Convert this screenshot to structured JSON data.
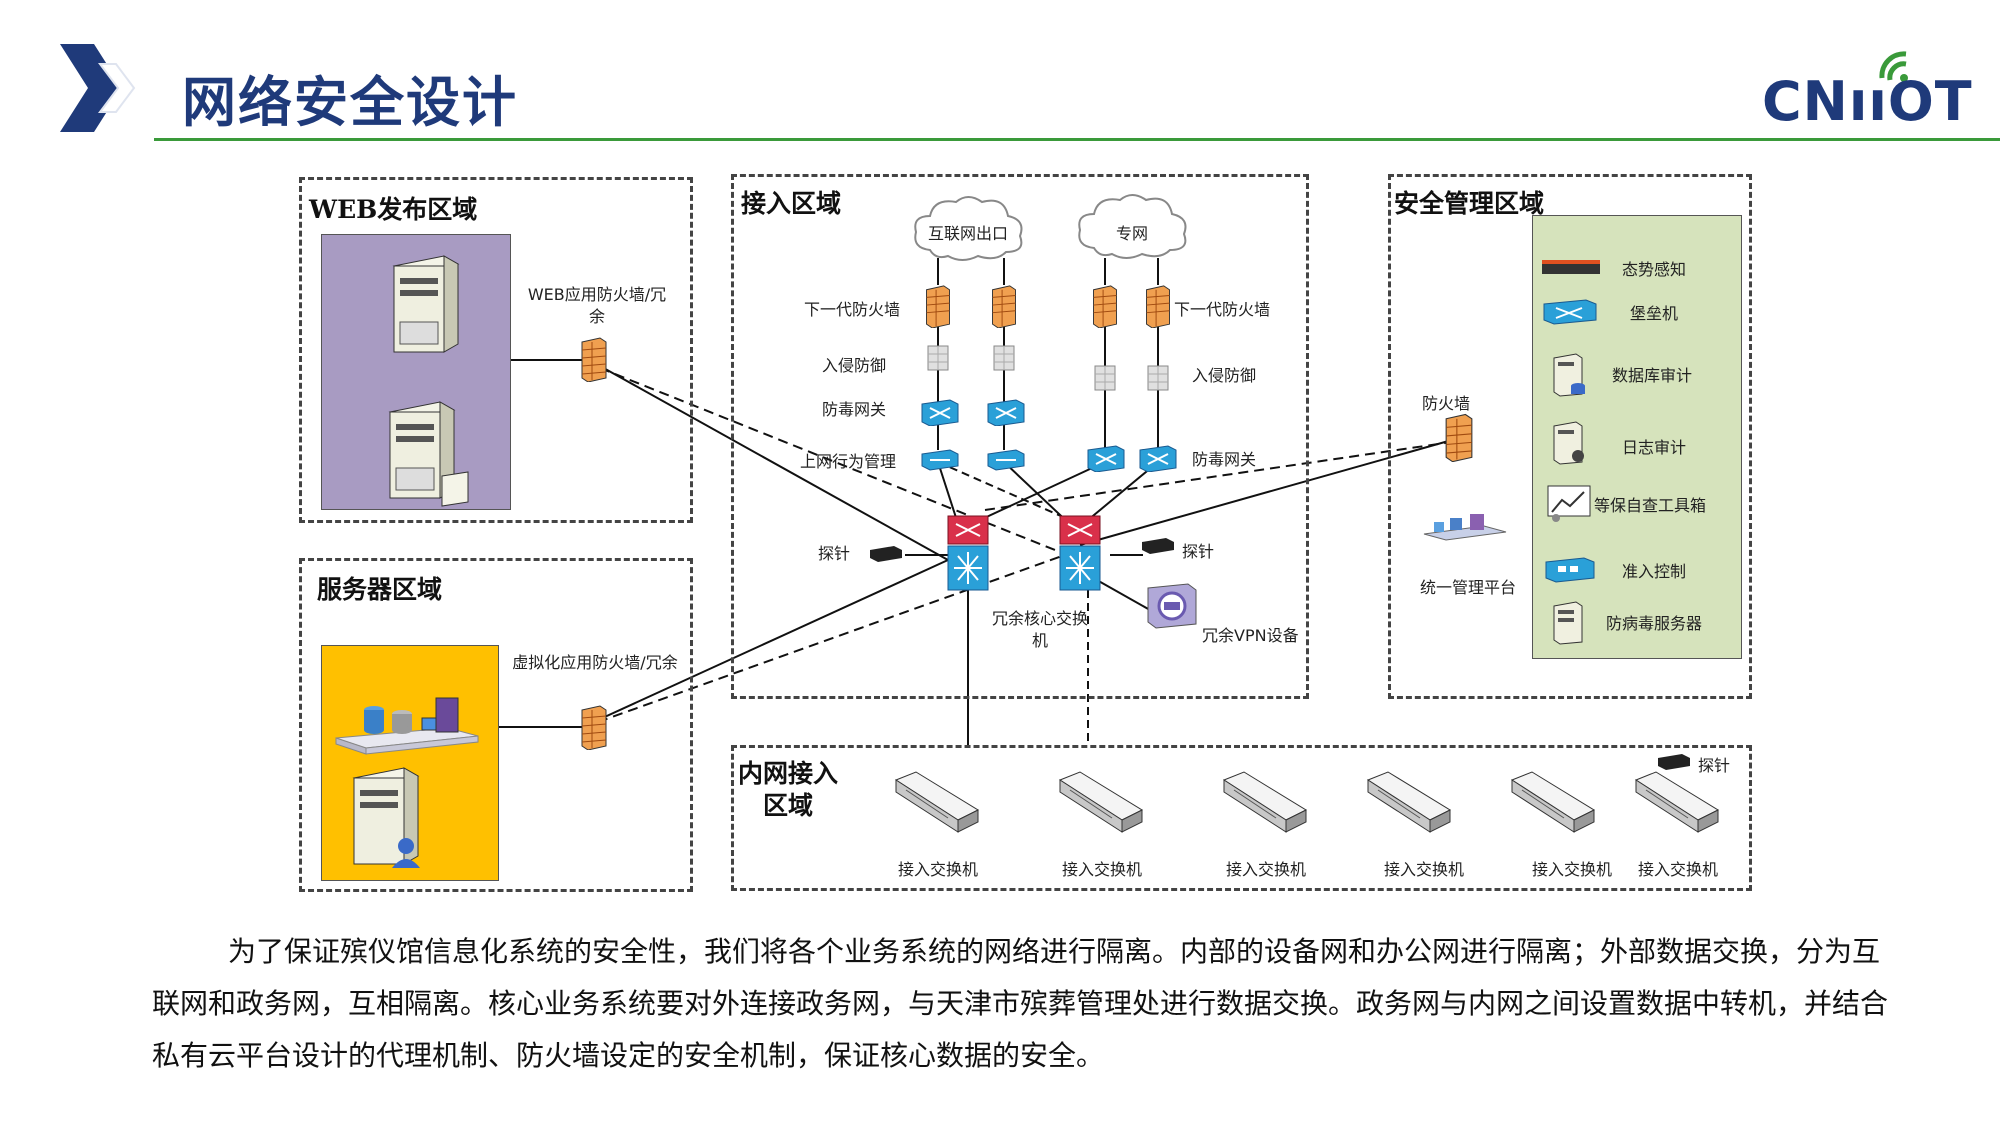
{
  "slide": {
    "title": "网络安全设计",
    "logo": "CNııOT"
  },
  "zones": {
    "web": "WEB发布区域",
    "server": "服务器区域",
    "access": "接入区域",
    "security": "安全管理区域",
    "intranet": "内网接入区域"
  },
  "labels": {
    "web_waf": "WEB应用防火墙/冗余",
    "virt_waf": "虚拟化应用防火墙/冗余",
    "internet_exit": "互联网出口",
    "private_net": "专网",
    "ngfw_left": "下一代防火墙",
    "ngfw_right": "下一代防火墙",
    "ips_left": "入侵防御",
    "ips_right": "入侵防御",
    "av_gw_left": "防毒网关",
    "av_gw_right": "防毒网关",
    "behavior_mgmt": "上网行为管理",
    "probe_left": "探针",
    "probe_right": "探针",
    "core_switch": "冗余核心交换机",
    "vpn": "冗余VPN设备",
    "firewall": "防火墙",
    "unified_mgmt": "统一管理平台",
    "probe_intranet": "探针"
  },
  "security_items": [
    "态势感知",
    "堡垒机",
    "数据库审计",
    "日志审计",
    "等保自查工具箱",
    "准入控制",
    "防病毒服务器"
  ],
  "access_switches": [
    "接入交换机",
    "接入交换机",
    "接入交换机",
    "接入交换机",
    "接入交换机",
    "接入交换机"
  ],
  "paragraph": "为了保证殡仪馆信息化系统的安全性，我们将各个业务系统的网络进行隔离。内部的设备网和办公网进行隔离；外部数据交换，分为互联网和政务网，互相隔离。核心业务系统要对外连接政务网，与天津市殡葬管理处进行数据交换。政务网与内网之间设置数据中转机，并结合私有云平台设计的代理机制、防火墙设定的安全机制，保证核心数据的安全。",
  "colors": {
    "title": "#1f3a7a",
    "rule": "#3a9a3a",
    "web_bg": "#a89bc2",
    "server_bg": "#ffc000",
    "security_bg": "#d6e3bc",
    "firewall": "#f0a050",
    "core": "#d9304a",
    "switch_blue": "#2aa0d8"
  }
}
